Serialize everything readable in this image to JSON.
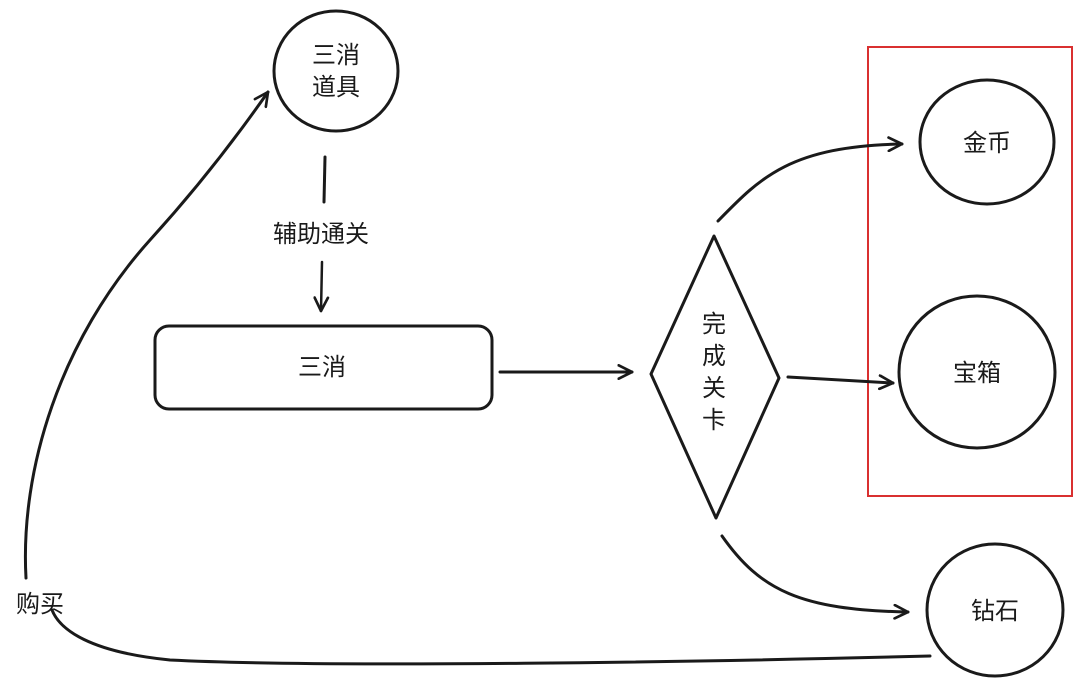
{
  "nodes": {
    "props": {
      "line1": "三消",
      "line2": "道具"
    },
    "match3": {
      "label": "三消"
    },
    "complete": {
      "chars": [
        "完",
        "成",
        "关",
        "卡"
      ]
    },
    "gold": {
      "label": "金币"
    },
    "chest": {
      "label": "宝箱"
    },
    "diamond": {
      "label": "钻石"
    }
  },
  "edges": {
    "assist": {
      "label": "辅助通关"
    },
    "buy": {
      "label": "购买"
    }
  },
  "colors": {
    "stroke": "#1a1a1a",
    "highlight": "#d93030"
  }
}
